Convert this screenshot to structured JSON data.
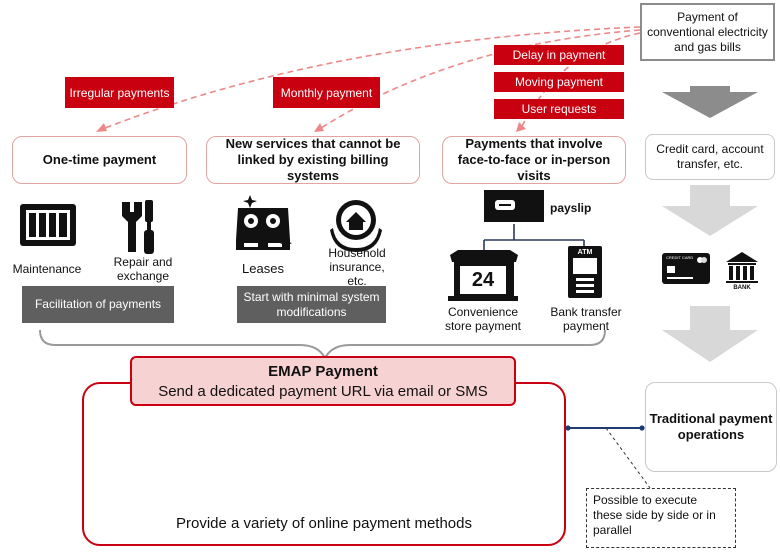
{
  "top_right_source": "Payment of conventional electricity and gas bills",
  "tags": {
    "irregular": "Irregular payments",
    "monthly": "Monthly payment",
    "delay": "Delay in payment",
    "moving": "Moving payment",
    "user_requests": "User requests"
  },
  "categories": {
    "one_time": "One-time payment",
    "new_services": "New services that cannot be linked by existing billing systems",
    "in_person": "Payments that involve face-to-face or in-person visits"
  },
  "items": {
    "maintenance": "Maintenance",
    "repair": "Repair and exchange",
    "leases": "Leases",
    "insurance": "Household insurance, etc.",
    "payslip": "payslip",
    "convenience": "Convenience store payment",
    "bank_transfer": "Bank transfer payment",
    "store_number": "24",
    "atm_label": "ATM"
  },
  "bars": {
    "facilitation": "Facilitation of payments",
    "minimal": "Start with minimal system modifications"
  },
  "emap": {
    "title": "EMAP Payment",
    "subtitle": "Send a dedicated payment URL via email or SMS",
    "methods": "Provide a variety of online payment methods",
    "card_text": "CREDIT CARD"
  },
  "right_column": {
    "credit_account": "Credit card, account transfer, etc.",
    "card_text": "CREDIT CARD",
    "bank_text": "BANK",
    "traditional": "Traditional payment operations"
  },
  "note": "Possible to execute these side by side or in parallel",
  "colors": {
    "accent_red": "#c8000f",
    "pink_fill": "#f7d2d2",
    "dark_gray": "#5f5f5f",
    "navy": "#1f3b73"
  }
}
